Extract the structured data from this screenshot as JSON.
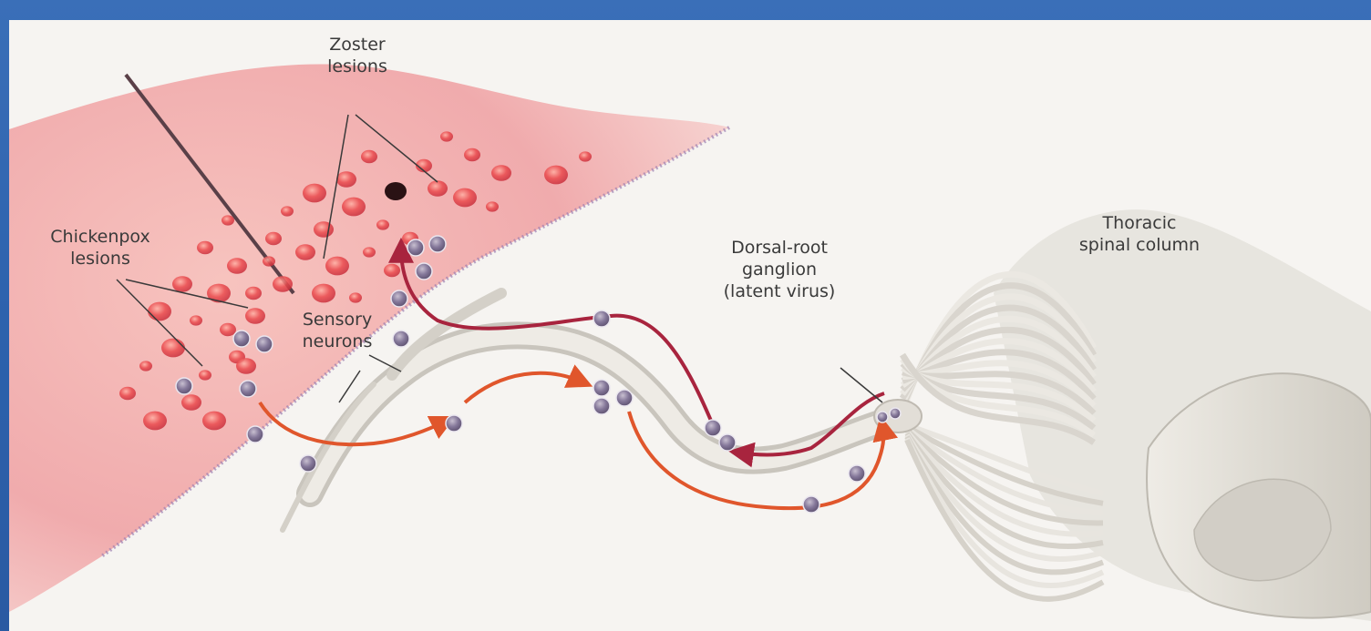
{
  "labels": {
    "zoster": "Zoster\nlesions",
    "chickenpox": "Chickenpox\nlesions",
    "sensory": "Sensory\nneurons",
    "ganglion": "Dorsal-root\nganglion\n(latent virus)",
    "spinal": "Thoracic\nspinal column"
  },
  "colors": {
    "skin": "#f2b3b0",
    "lesion": "#e8454a",
    "virus": "#7b6f88",
    "reactivation_arrow": "#a8243e",
    "infection_arrow": "#e0562c",
    "nerve": "#dcdad4",
    "background_blue": "#2d62ad"
  }
}
